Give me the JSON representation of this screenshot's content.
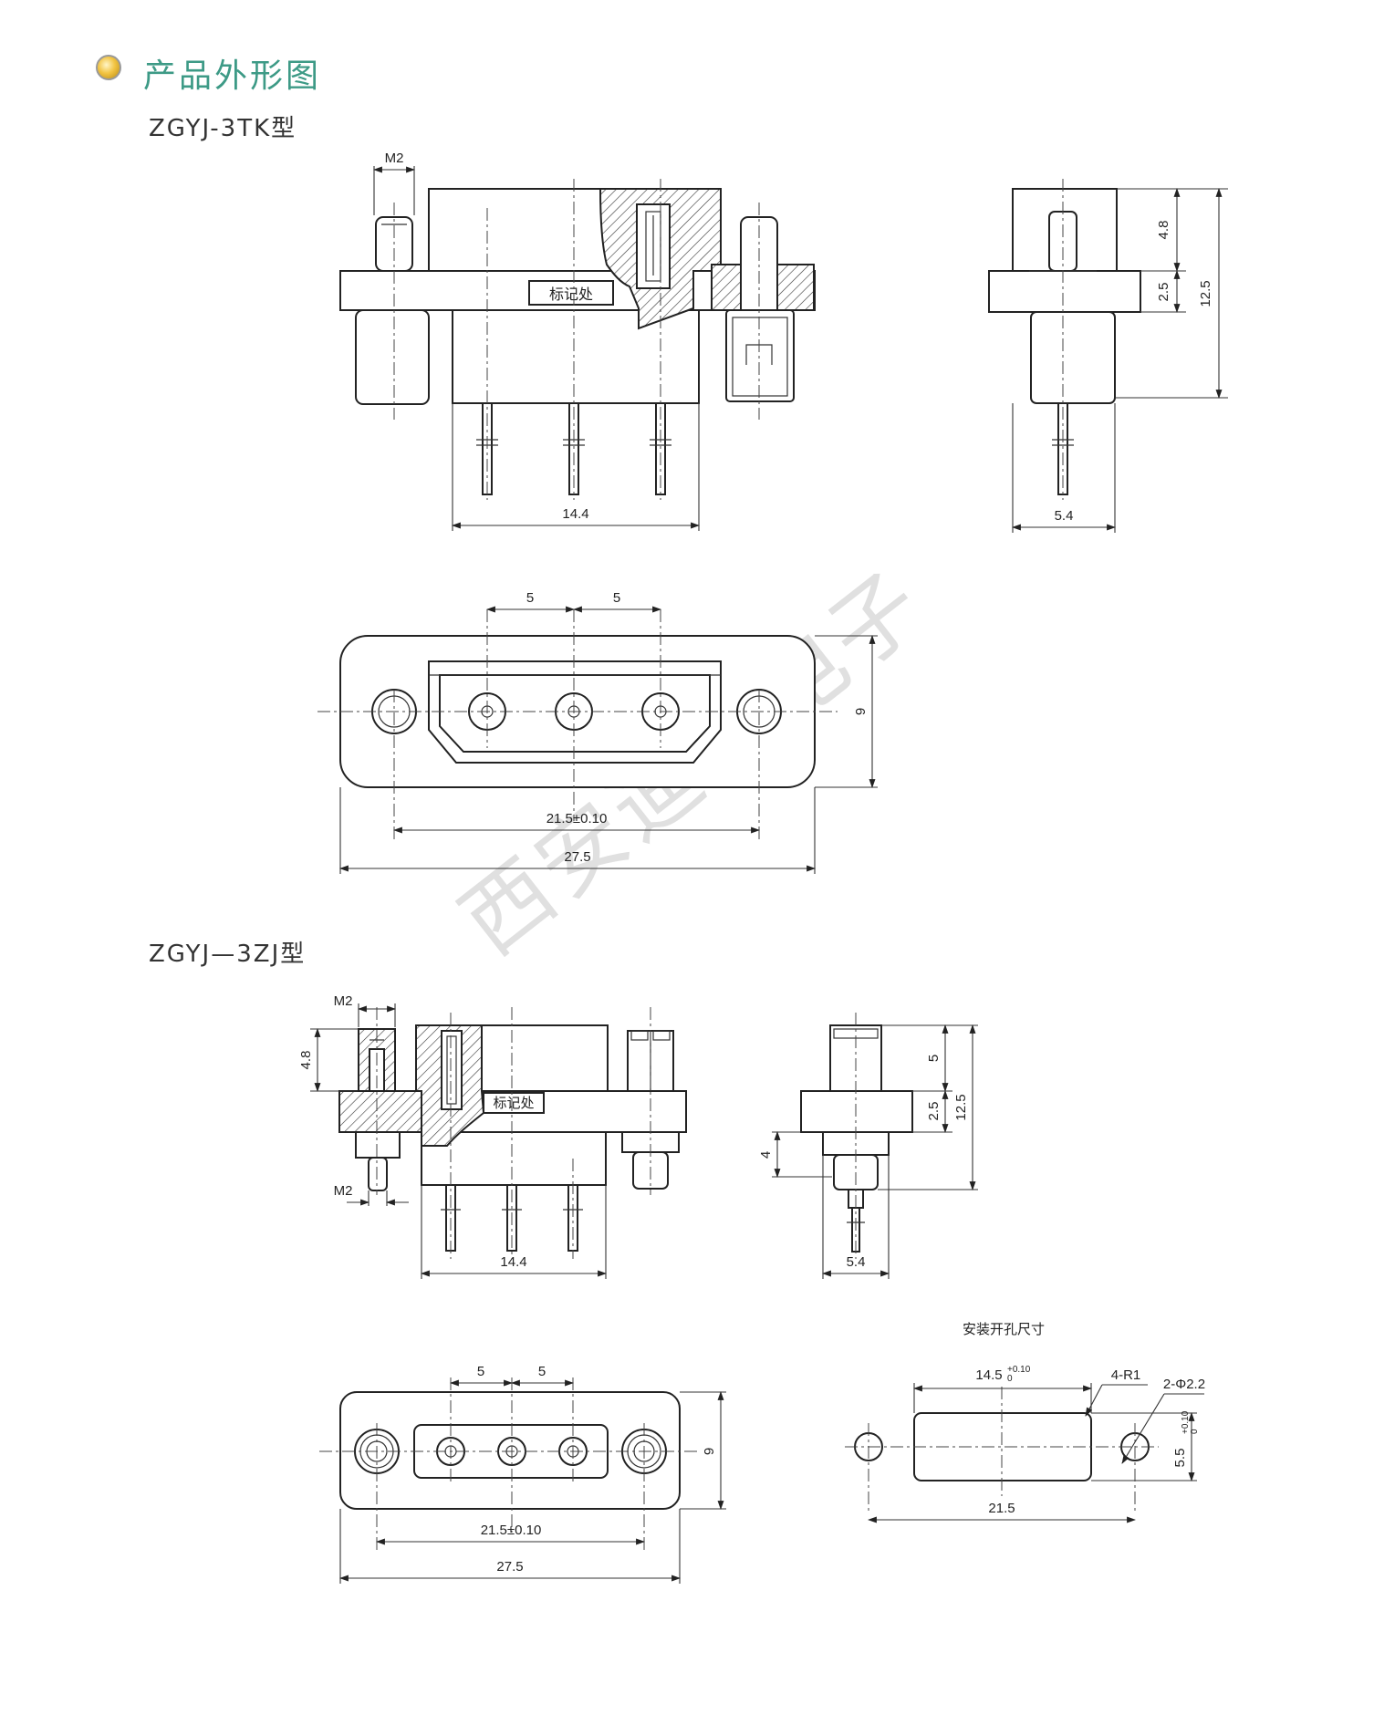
{
  "header": {
    "section_title": "产品外形图",
    "bullet_icon": "gold-circle-bullet",
    "title_color": "#3d9a86"
  },
  "models": {
    "first": "ZGYJ-3TK型",
    "second": "ZGYJ—3ZJ型"
  },
  "watermark": "西安迪航电子",
  "labels": {
    "marking": "标记处",
    "cutout_title": "安装开孔尺寸"
  },
  "dimensions": {
    "thread": "M2",
    "pin_row_width": "14.4",
    "side_width": "5.4",
    "pitch": "5",
    "overall_height": "12.5",
    "flange_thickness": "2.5",
    "body_height_tk": "4.8",
    "body_height_zj": "5",
    "screw_length": "4",
    "flange_height": "9",
    "mount_spacing": "21.5±0.10",
    "overall_width": "27.5",
    "cutout_width": "14.5",
    "cutout_width_tol": "+0.10",
    "cutout_width_tol_low": "0",
    "cutout_radius": "4-R1",
    "hole_diameter": "2-Φ2.2",
    "cutout_height": "5.5",
    "cutout_height_tol": "+0.10",
    "cutout_height_tol_low": "0",
    "hole_spacing": "21.5"
  }
}
